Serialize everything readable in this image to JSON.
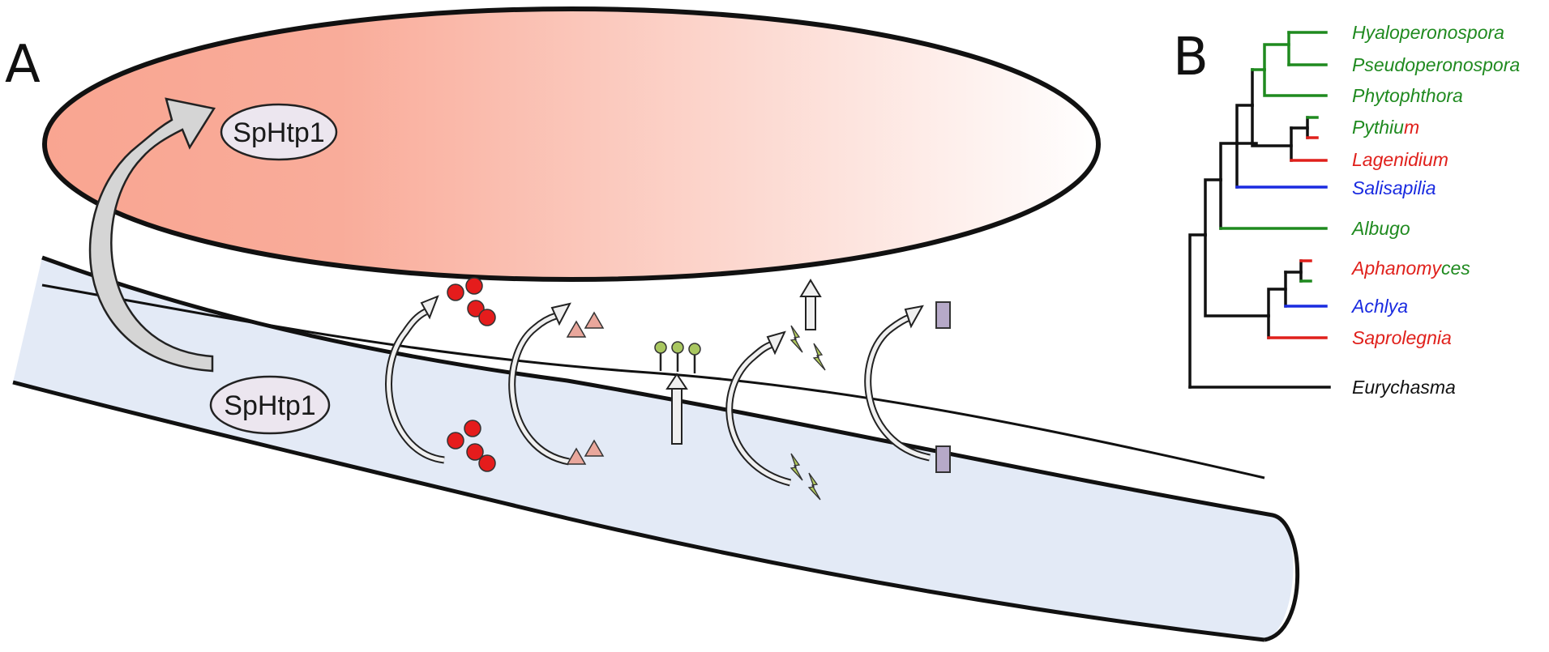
{
  "panel_a": {
    "letter": "A",
    "protein_top": "SpHtp1",
    "protein_bottom": "SpHtp1"
  },
  "panel_b": {
    "letter": "B",
    "taxa": [
      {
        "parts": [
          {
            "text": "Hyaloperonospora",
            "color": "#1f8a1f"
          }
        ]
      },
      {
        "parts": [
          {
            "text": "Pseudoperonospora",
            "color": "#1f8a1f"
          }
        ]
      },
      {
        "parts": [
          {
            "text": "Phytophthora",
            "color": "#1f8a1f"
          }
        ]
      },
      {
        "parts": [
          {
            "text": "Pythiu",
            "color": "#1f8a1f"
          },
          {
            "text": "m",
            "color": "#e0201b"
          }
        ]
      },
      {
        "parts": [
          {
            "text": "Lagenidium",
            "color": "#e0201b"
          }
        ]
      },
      {
        "parts": [
          {
            "text": "Salisapilia",
            "color": "#1a2be0"
          }
        ]
      },
      {
        "parts": [
          {
            "text": "Albugo",
            "color": "#1f8a1f"
          }
        ]
      },
      {
        "parts": [
          {
            "text": "Aphanomy",
            "color": "#e0201b"
          },
          {
            "text": "ces",
            "color": "#1f8a1f"
          }
        ]
      },
      {
        "parts": [
          {
            "text": "Achlya",
            "color": "#1a2be0"
          }
        ]
      },
      {
        "parts": [
          {
            "text": "Saprolegnia",
            "color": "#e0201b"
          }
        ]
      },
      {
        "parts": [
          {
            "text": "Eurychasma",
            "color": "#111111"
          }
        ]
      }
    ]
  },
  "colors": {
    "host_cell_gradient_start": "#f9a591",
    "host_cell_gradient_end": "#ffffff",
    "hypha_fill": "#e3eaf6",
    "arrow_fill": "#f0f0f0",
    "arrow_large_fill": "#d2d2d2",
    "protein_fill": "#ece6ef",
    "red_circle": "#e51c1c",
    "pink_triangle": "#e9a79c",
    "green_lollipop": "#a9c760",
    "green_bolt": "#b3cc5e",
    "purple_rect": "#b6a9c8",
    "tree_green": "#1f8a1f",
    "tree_red": "#e0201b",
    "tree_blue": "#1a2be0",
    "tree_black": "#111111"
  }
}
